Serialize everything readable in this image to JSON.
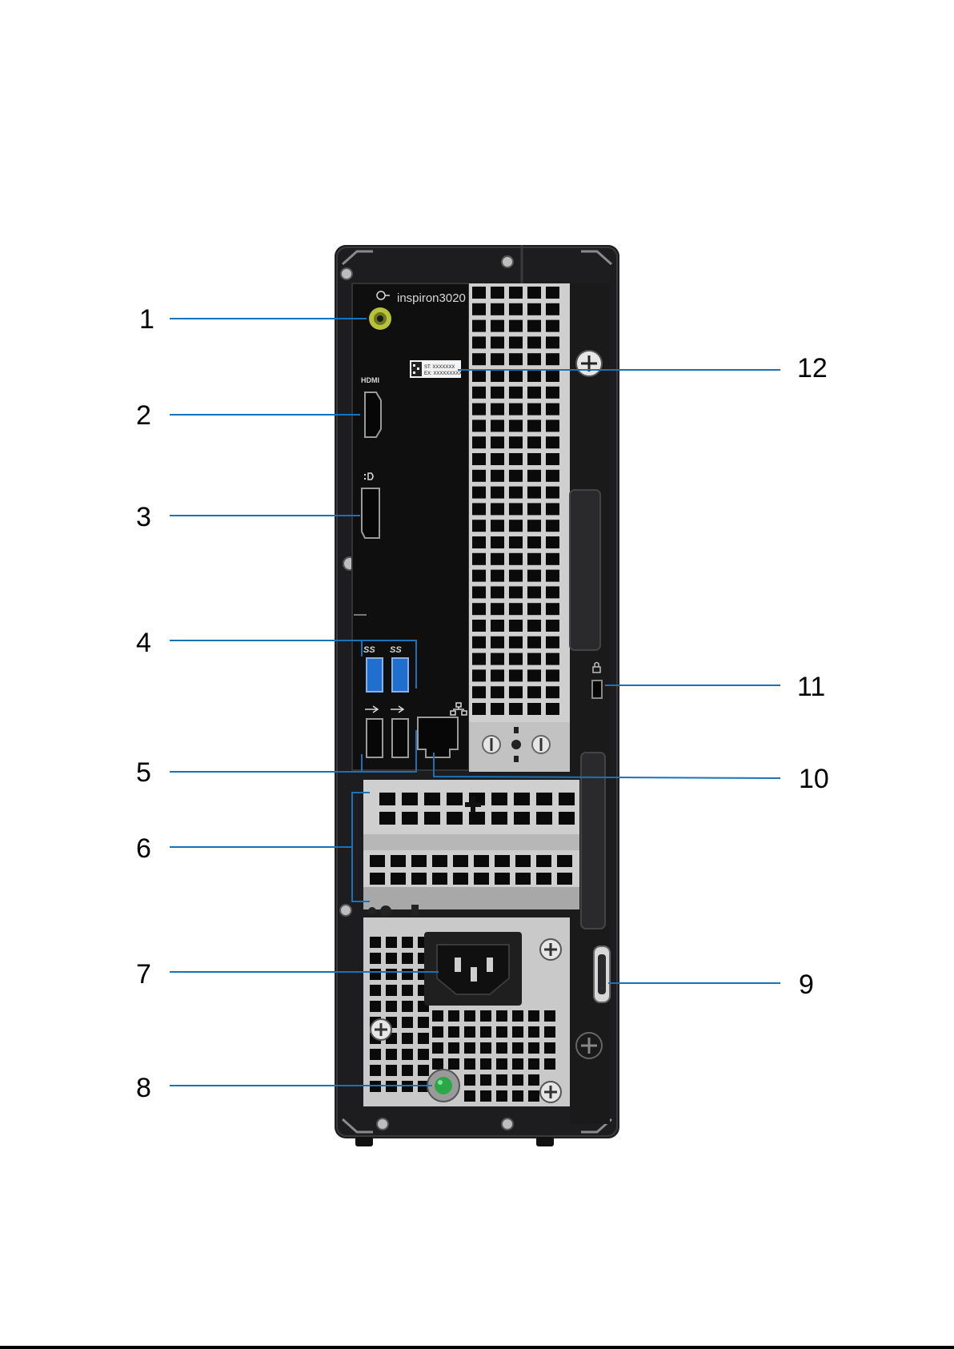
{
  "model_label": "inspiron3020",
  "port_label_hdmi": "HDMI",
  "service_tag": {
    "line1": "ST: XXXXXXX",
    "line2": "EX: XXXXXXXXXX"
  },
  "callouts": [
    {
      "id": "1",
      "label": "1",
      "side": "left"
    },
    {
      "id": "2",
      "label": "2",
      "side": "left"
    },
    {
      "id": "3",
      "label": "3",
      "side": "left"
    },
    {
      "id": "4",
      "label": "4",
      "side": "left"
    },
    {
      "id": "5",
      "label": "5",
      "side": "left"
    },
    {
      "id": "6",
      "label": "6",
      "side": "left"
    },
    {
      "id": "7",
      "label": "7",
      "side": "left"
    },
    {
      "id": "8",
      "label": "8",
      "side": "left"
    },
    {
      "id": "9",
      "label": "9",
      "side": "right"
    },
    {
      "id": "10",
      "label": "10",
      "side": "right"
    },
    {
      "id": "11",
      "label": "11",
      "side": "right"
    },
    {
      "id": "12",
      "label": "12",
      "side": "right"
    }
  ],
  "colors": {
    "chassis": "#1d1d1f",
    "io_panel": "#0f0f10",
    "vent_frame": "#c9c9c9",
    "callout_line": "#1a73b8",
    "usb3_blue": "#1f6fd1",
    "audio_jack": "#b6c23a",
    "power_led_green": "#2aa845"
  }
}
